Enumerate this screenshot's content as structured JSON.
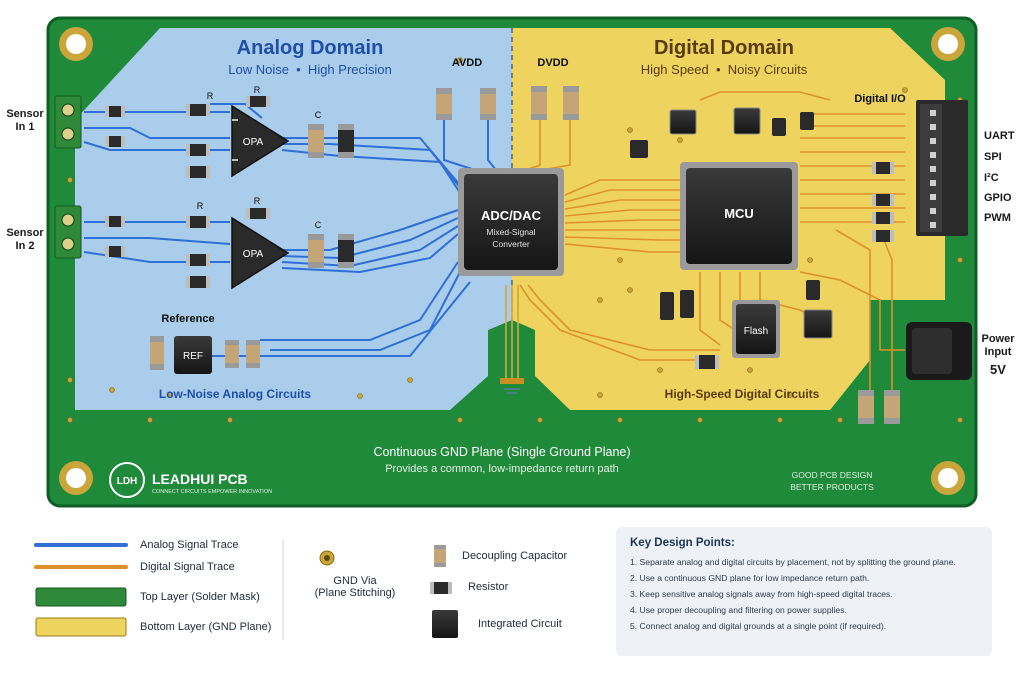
{
  "analog": {
    "title": "Analog Domain",
    "subtitle": "Low Noise  •  High Precision",
    "footer": "Low-Noise Analog Circuits"
  },
  "digital": {
    "title": "Digital Domain",
    "subtitle": "High Speed  •  Noisy Circuits",
    "footer": "High-Speed Digital Circuits"
  },
  "rails": {
    "avdd": "AVDD",
    "dvdd": "DVDD"
  },
  "ics": {
    "adc_title": "ADC/DAC",
    "adc_sub1": "Mixed-Signal",
    "adc_sub2": "Converter",
    "mcu": "MCU",
    "flash": "Flash",
    "ref": "REF",
    "opa1": "OPA",
    "opa2": "OPA"
  },
  "labels": {
    "r": "R",
    "c": "C",
    "reference": "Reference",
    "digital_io": "Digital I/O"
  },
  "sensors": [
    {
      "line1": "Sensor",
      "line2": "In 1"
    },
    {
      "line1": "Sensor",
      "line2": "In 2"
    }
  ],
  "io_labels": [
    "UART",
    "SPI",
    "I²C",
    "GPIO",
    "PWM"
  ],
  "power": {
    "line1": "Power",
    "line2": "Input",
    "voltage": "5V"
  },
  "gnd": {
    "title": "Continuous GND Plane (Single Ground Plane)",
    "subtitle": "Provides a common, low-impedance return path"
  },
  "brand": {
    "logo": "LDH",
    "name": "LEADHUI PCB",
    "tagline": "CONNECT CIRCUITS  EMPOWER INNOVATION",
    "slogan1": "GOOD PCB DESIGN",
    "slogan2": "BETTER PRODUCTS"
  },
  "legend": {
    "analog_trace": "Analog Signal Trace",
    "digital_trace": "Digital Signal Trace",
    "top_layer": "Top Layer (Solder Mask)",
    "bottom_layer": "Bottom Layer (GND Plane)",
    "gnd_via_1": "GND Via",
    "gnd_via_2": "(Plane Stitching)",
    "cap": "Decoupling Capacitor",
    "res": "Resistor",
    "ic": "Integrated Circuit"
  },
  "key_points": {
    "title": "Key Design Points:",
    "items": [
      "1.  Separate analog and digital circuits by placement, not by splitting the ground plane.",
      "2.  Use a continuous GND plane for low impedance return path.",
      "3.  Keep sensitive analog signals away from high-speed digital traces.",
      "4.  Use proper decoupling and filtering on power supplies.",
      "5.  Connect analog and digital grounds at a single point (if required)."
    ]
  },
  "colors": {
    "board": "#1f8a3a",
    "analog_zone": "#a9cdea",
    "digital_zone": "#eed45e",
    "analog_trace": "#2f6fd6",
    "digital_trace": "#e0902a"
  }
}
